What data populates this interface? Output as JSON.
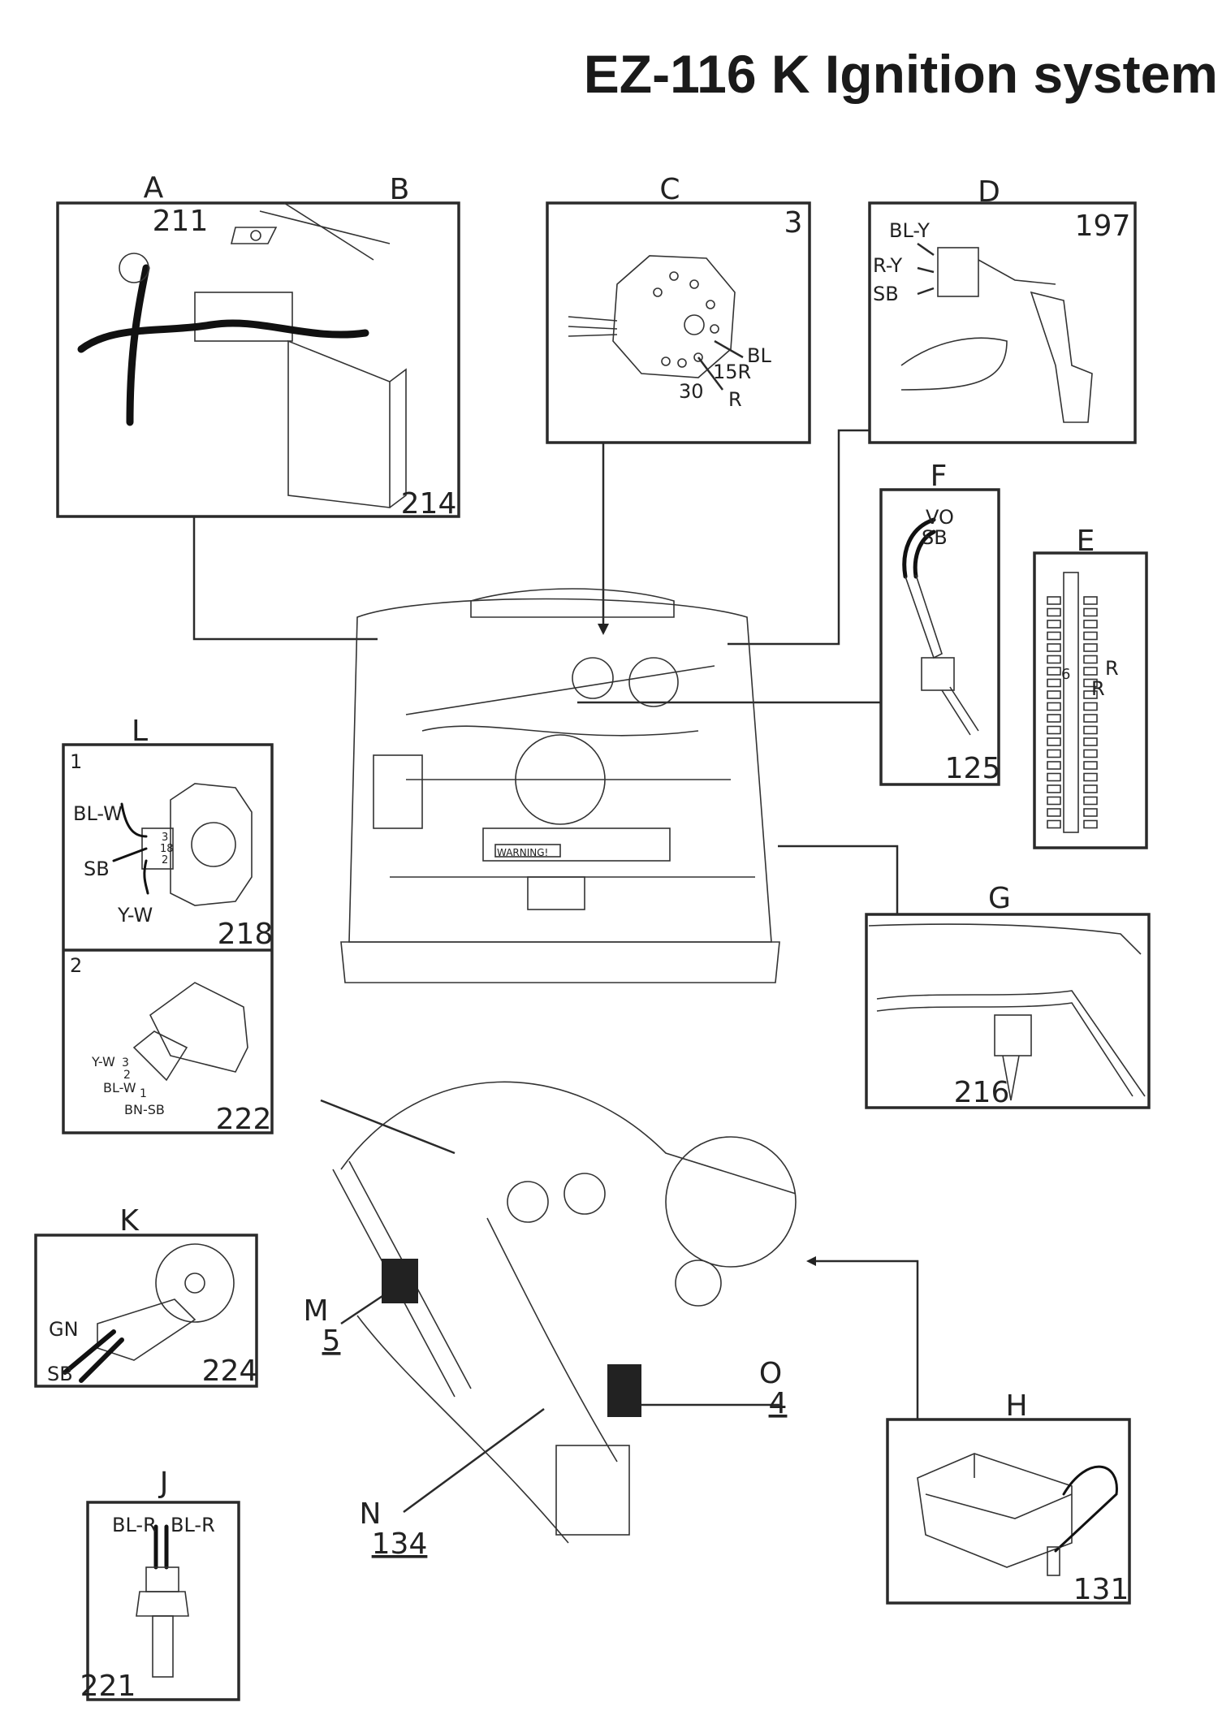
{
  "title": "EZ-116 K Ignition system",
  "panels": {
    "A": {
      "letter": "A",
      "number": "211"
    },
    "B": {
      "letter": "B",
      "number": "214"
    },
    "C": {
      "letter": "C",
      "number": "3",
      "wires": [
        "BL",
        "15R",
        "30",
        "R"
      ]
    },
    "D": {
      "letter": "D",
      "number": "197",
      "wires": [
        "BL-Y",
        "R-Y",
        "SB"
      ]
    },
    "E": {
      "letter": "E",
      "pin": "6",
      "wires": [
        "R",
        "R"
      ]
    },
    "F": {
      "letter": "F",
      "number": "125",
      "wires": [
        "VO",
        "SB"
      ]
    },
    "G": {
      "letter": "G",
      "number": "216"
    },
    "H": {
      "letter": "H",
      "number": "131"
    },
    "J": {
      "letter": "J",
      "number": "221",
      "wires": [
        "BL-R",
        "BL-R"
      ]
    },
    "K": {
      "letter": "K",
      "number": "224",
      "wires": [
        "GN",
        "SB"
      ]
    },
    "L": {
      "letter": "L",
      "sub1": {
        "index": "1",
        "number": "218",
        "wires": [
          "BL-W",
          "SB",
          "Y-W"
        ],
        "pins": [
          "3",
          "18",
          "2"
        ]
      },
      "sub2": {
        "index": "2",
        "number": "222",
        "wires": [
          "Y-W",
          "BL-W",
          "BN-SB"
        ],
        "pins": [
          "3",
          "2",
          "1"
        ]
      }
    },
    "M": {
      "letter": "M",
      "number": "5"
    },
    "N": {
      "letter": "N",
      "number": "134"
    },
    "O": {
      "letter": "O",
      "number": "4"
    }
  },
  "engine_bay": {
    "warning_label": "WARNING!"
  }
}
